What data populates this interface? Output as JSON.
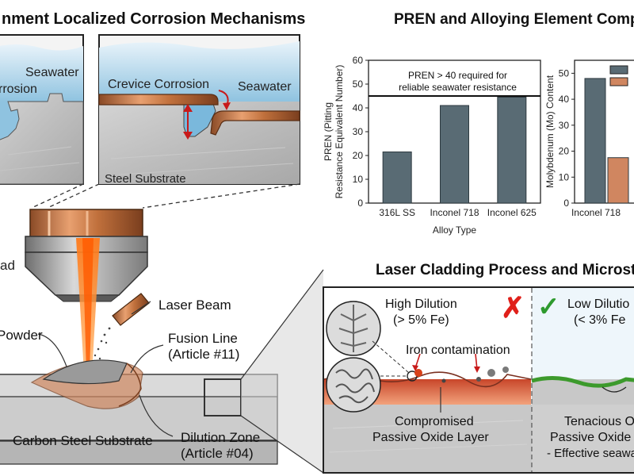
{
  "titles": {
    "corrosion": "nment Localized Corrosion Mechanisms",
    "pren": "PREN and Alloying Element Comp",
    "laser": "Laser Cladding Process and Microst"
  },
  "corrosion_panel": {
    "left_seawater": "Seawater",
    "left_corrosion": "rrosion",
    "crevice": "Crevice Corrosion",
    "right_seawater": "Seawater",
    "steel": "Steel Substrate"
  },
  "process": {
    "head_label": "ad",
    "laser_beam": "Laser Beam",
    "powder": "Powder",
    "fusion_line_1": "Fusion Line",
    "fusion_line_2": "(Article #11)",
    "substrate": "Carbon Steel Substrate",
    "dilution_1": "Dilution Zone",
    "dilution_2": "(Article #04)"
  },
  "micro_panel": {
    "high_title_1": "High Dilution",
    "high_title_2": "(> 5% Fe)",
    "iron": "Iron contamination",
    "compromised_1": "Compromised",
    "compromised_2": "Passive Oxide Layer",
    "low_title_1": "Low Dilutio",
    "low_title_2": "(< 3% Fe",
    "tenacious_1": "Tenacious O",
    "tenacious_2": "Passive Oxide",
    "tenacious_3": "- Effective seawa",
    "bad_mark": "✗",
    "good_mark": "✓",
    "colors": {
      "bad": "#e0201a",
      "good": "#2e9a2e",
      "clad_high": "#d65a3a",
      "clad_low": "#4caa3a"
    }
  },
  "chart_data": [
    {
      "type": "bar",
      "ylabel": "PREN (Pitting Resistance Equivalent Number)",
      "xlabel": "Alloy Type",
      "categories": [
        "316L SS",
        "Inconel 718",
        "Inconel 625"
      ],
      "values": [
        21.5,
        41,
        44.5
      ],
      "ylim": [
        0,
        60
      ],
      "yticks": [
        "0",
        "10",
        "20",
        "30",
        "40",
        "50",
        "60"
      ],
      "threshold": {
        "value": 45,
        "label_1": "PREN > 40 required for",
        "label_2": "reliable seawater resistance"
      },
      "colors": {
        "bar": "#596b74"
      }
    },
    {
      "type": "bar",
      "ylabel": "Molybdenum (Mo) Content",
      "categories": [
        "Inconel 718"
      ],
      "series": [
        {
          "values": [
            48
          ]
        },
        {
          "values": [
            17.5
          ]
        }
      ],
      "ylim": [
        0,
        55
      ],
      "yticks": [
        "0",
        "10",
        "20",
        "30",
        "40",
        "50"
      ],
      "colors": {
        "series_1": "#596b74",
        "series_2": "#d08660"
      }
    }
  ]
}
